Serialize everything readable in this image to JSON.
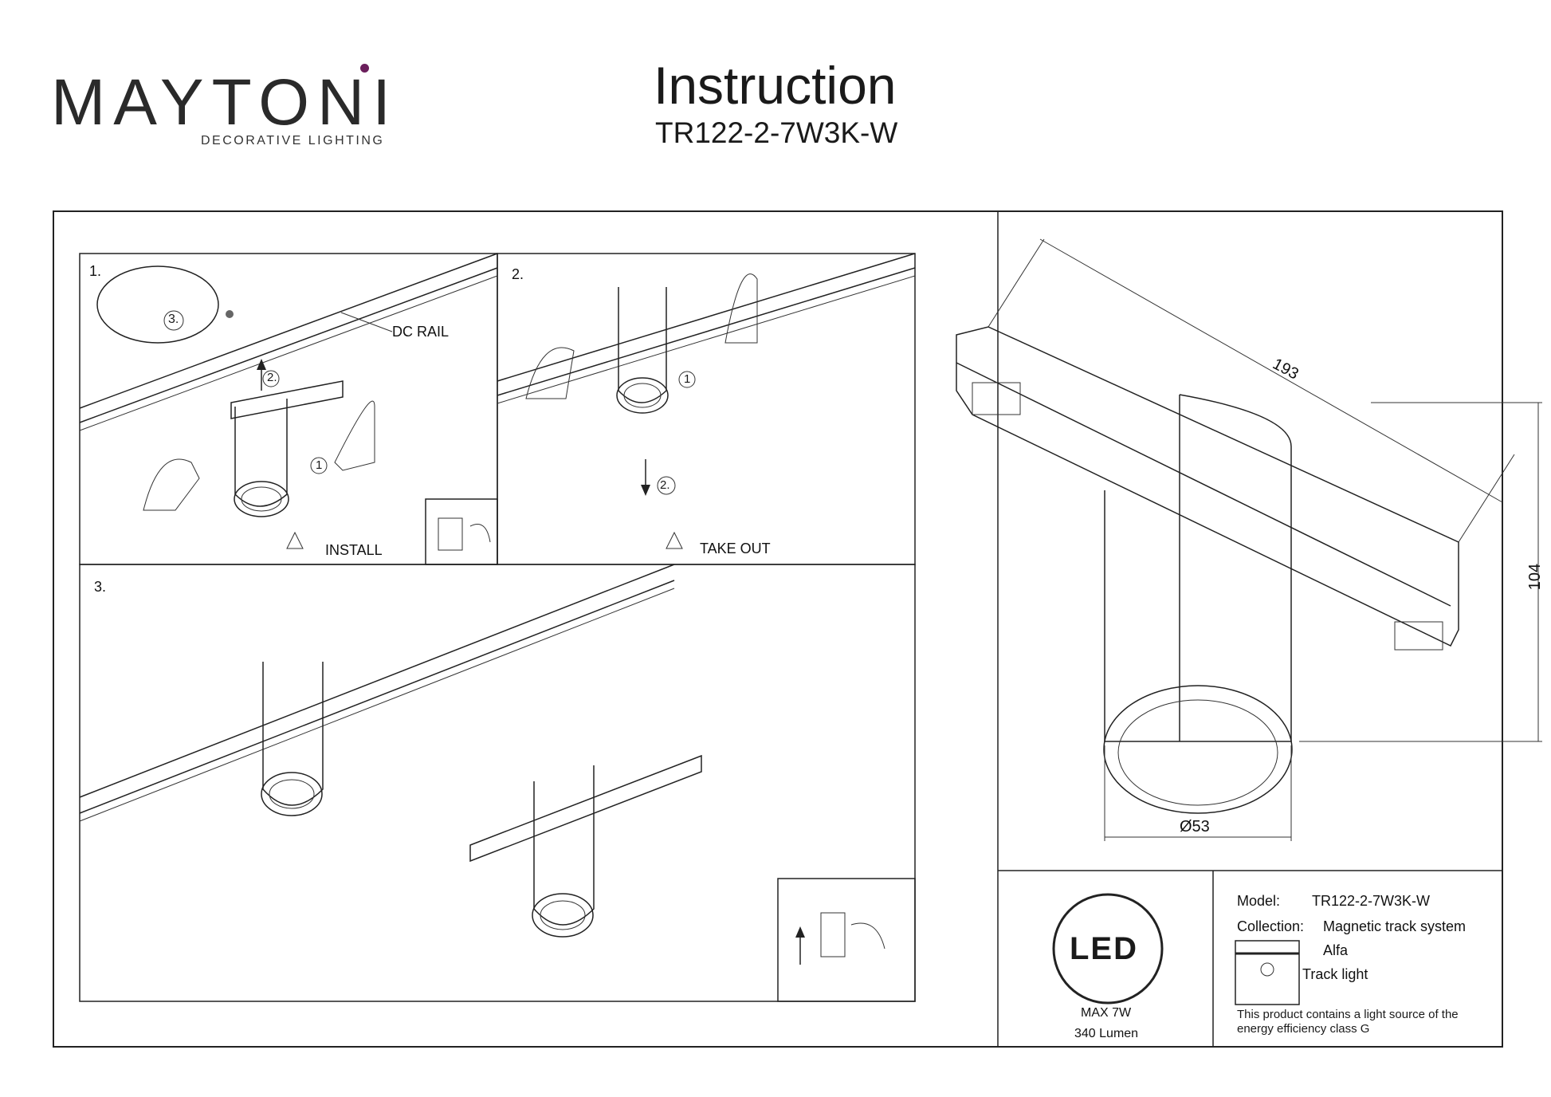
{
  "header": {
    "brand": "MAYTONI",
    "brand_sub": "DECORATIVE LIGHTING",
    "title": "Instruction",
    "model": "TR122-2-7W3K-W"
  },
  "steps": {
    "step1": {
      "number": "1.",
      "rail_label": "DC RAIL",
      "callout_1": "1",
      "callout_2": "2.",
      "callout_3": "3.",
      "caption": "INSTALL"
    },
    "step2": {
      "number": "2.",
      "callout_1": "1",
      "callout_2": "2.",
      "caption": "TAKE OUT"
    },
    "step3": {
      "number": "3."
    }
  },
  "dimensions": {
    "length": "193",
    "height": "104",
    "diameter": "Ø53"
  },
  "specs": {
    "led_badge": "LED",
    "power": "MAX 7W",
    "lumen": "340 Lumen",
    "model_label": "Model:",
    "model_value": "TR122-2-7W3K-W",
    "collection_label": "Collection:",
    "collection_value": "Magnetic track system",
    "collection_name": "Alfa",
    "type": "Track light",
    "energy_note_1": "This product contains a light source of the",
    "energy_note_2": "energy efficiency class G"
  },
  "colors": {
    "logo_dot": "#6b1f5c",
    "line": "#222222"
  }
}
